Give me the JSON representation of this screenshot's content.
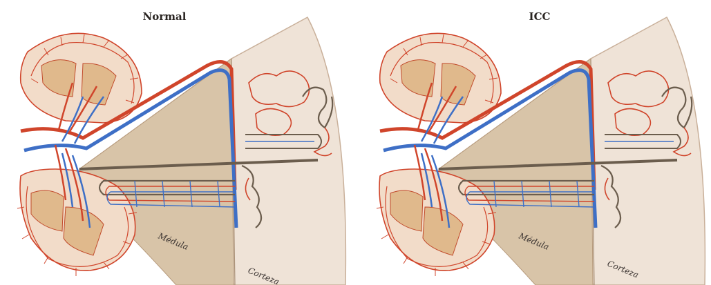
{
  "panels": [
    {
      "id": "normal",
      "title": "Normal",
      "label_medulla": "Médula",
      "label_cortex": "Corteza"
    },
    {
      "id": "icc",
      "title": "ICC",
      "label_medulla": "Médula",
      "label_cortex": "Corteza"
    }
  ],
  "colors": {
    "artery": "#d0452b",
    "vein": "#3e6fc6",
    "tubule": "#6b5d4d",
    "medulla_fill": "#d8c4a8",
    "cortex_fill": "#efe3d7",
    "kidney_fill": "#f2dcc9",
    "lobe_fill": "#e0b98c"
  }
}
